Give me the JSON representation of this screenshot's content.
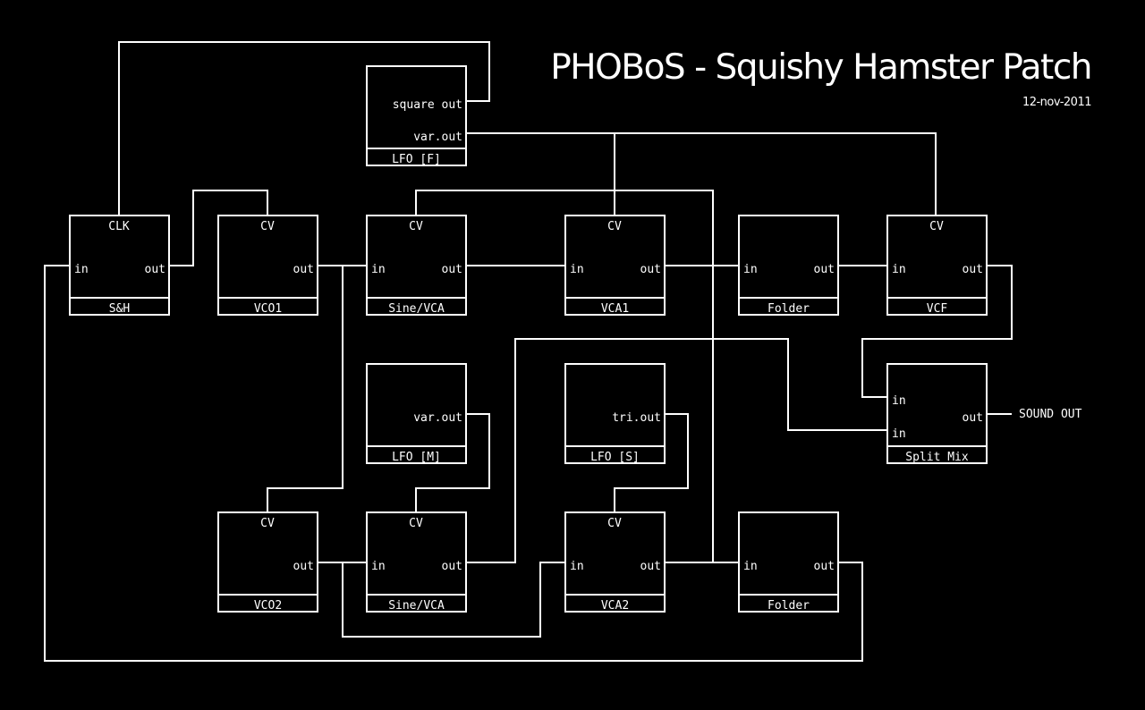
{
  "header": {
    "title": "PHOBoS - Squishy Hamster Patch",
    "date": "12-nov-2011"
  },
  "modules": [
    {
      "name": "LFO [F]",
      "ports": [
        "square out",
        "var.out"
      ]
    },
    {
      "name": "S&H",
      "ports": [
        "CLK",
        "in",
        "out"
      ]
    },
    {
      "name": "VCO1",
      "ports": [
        "CV",
        "out"
      ]
    },
    {
      "name": "Sine/VCA",
      "ports": [
        "CV",
        "in",
        "out"
      ]
    },
    {
      "name": "VCA1",
      "ports": [
        "CV",
        "in",
        "out"
      ]
    },
    {
      "name": "Folder",
      "ports": [
        "in",
        "out"
      ]
    },
    {
      "name": "VCF",
      "ports": [
        "CV",
        "in",
        "out"
      ]
    },
    {
      "name": "LFO [M]",
      "ports": [
        "var.out"
      ]
    },
    {
      "name": "LFO [S]",
      "ports": [
        "tri.out"
      ]
    },
    {
      "name": "Split Mix",
      "ports": [
        "in",
        "in",
        "out"
      ]
    },
    {
      "name": "VCO2",
      "ports": [
        "CV",
        "out"
      ]
    },
    {
      "name": "Sine/VCA",
      "ports": [
        "CV",
        "in",
        "out"
      ]
    },
    {
      "name": "VCA2",
      "ports": [
        "CV",
        "in",
        "out"
      ]
    },
    {
      "name": "Folder",
      "ports": [
        "in",
        "out"
      ]
    }
  ],
  "output_label": "SOUND OUT"
}
